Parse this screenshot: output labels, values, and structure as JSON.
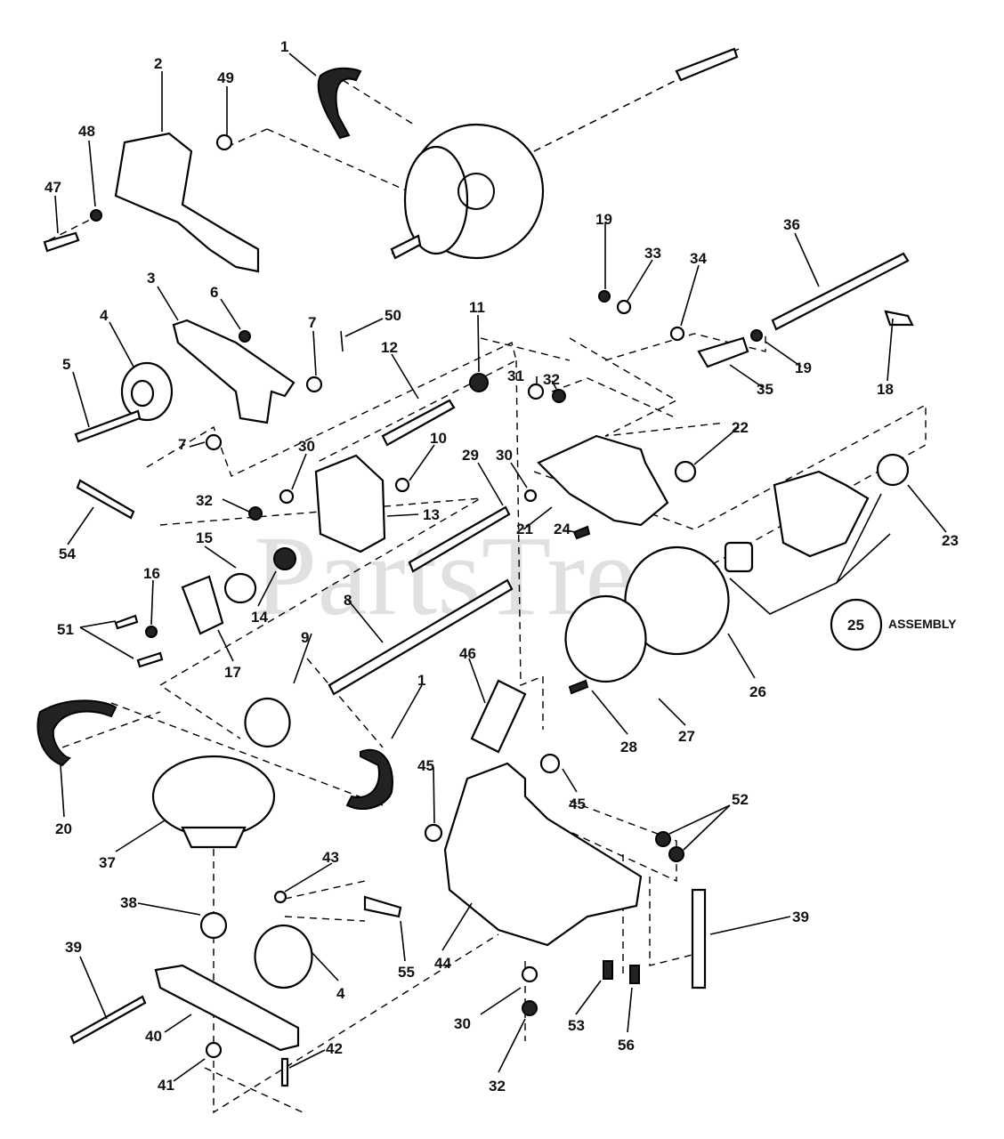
{
  "watermark": "PartsTree",
  "assembly_label": "ASSEMBLY",
  "callouts": [
    {
      "id": "c1a",
      "text": "1"
    },
    {
      "id": "c2",
      "text": "2"
    },
    {
      "id": "c49",
      "text": "49"
    },
    {
      "id": "c48",
      "text": "48"
    },
    {
      "id": "c47",
      "text": "47"
    },
    {
      "id": "c3",
      "text": "3"
    },
    {
      "id": "c6",
      "text": "6"
    },
    {
      "id": "c4a",
      "text": "4"
    },
    {
      "id": "c5",
      "text": "5"
    },
    {
      "id": "c7a",
      "text": "7"
    },
    {
      "id": "c50",
      "text": "50"
    },
    {
      "id": "c7b",
      "text": "7"
    },
    {
      "id": "c11",
      "text": "11"
    },
    {
      "id": "c12",
      "text": "12"
    },
    {
      "id": "c19a",
      "text": "19"
    },
    {
      "id": "c33",
      "text": "33"
    },
    {
      "id": "c34",
      "text": "34"
    },
    {
      "id": "c36",
      "text": "36"
    },
    {
      "id": "c19b",
      "text": "19"
    },
    {
      "id": "c35",
      "text": "35"
    },
    {
      "id": "c18",
      "text": "18"
    },
    {
      "id": "c31",
      "text": "31"
    },
    {
      "id": "c32a",
      "text": "32"
    },
    {
      "id": "c30a",
      "text": "30"
    },
    {
      "id": "c10",
      "text": "10"
    },
    {
      "id": "c29",
      "text": "29"
    },
    {
      "id": "c30b",
      "text": "30"
    },
    {
      "id": "c22",
      "text": "22"
    },
    {
      "id": "c32b",
      "text": "32"
    },
    {
      "id": "c13",
      "text": "13"
    },
    {
      "id": "c21",
      "text": "21"
    },
    {
      "id": "c24",
      "text": "24"
    },
    {
      "id": "c23",
      "text": "23"
    },
    {
      "id": "c54",
      "text": "54"
    },
    {
      "id": "c15",
      "text": "15"
    },
    {
      "id": "c16",
      "text": "16"
    },
    {
      "id": "c51",
      "text": "51"
    },
    {
      "id": "c14",
      "text": "14"
    },
    {
      "id": "c17",
      "text": "17"
    },
    {
      "id": "c8",
      "text": "8"
    },
    {
      "id": "c9",
      "text": "9"
    },
    {
      "id": "c46",
      "text": "46"
    },
    {
      "id": "c25",
      "text": "25"
    },
    {
      "id": "c26",
      "text": "26"
    },
    {
      "id": "c27",
      "text": "27"
    },
    {
      "id": "c28",
      "text": "28"
    },
    {
      "id": "c1b",
      "text": "1"
    },
    {
      "id": "c20",
      "text": "20"
    },
    {
      "id": "c45a",
      "text": "45"
    },
    {
      "id": "c45b",
      "text": "45"
    },
    {
      "id": "c37",
      "text": "37"
    },
    {
      "id": "c52",
      "text": "52"
    },
    {
      "id": "c43",
      "text": "43"
    },
    {
      "id": "c38",
      "text": "38"
    },
    {
      "id": "c39a",
      "text": "39"
    },
    {
      "id": "c55",
      "text": "55"
    },
    {
      "id": "c4b",
      "text": "4"
    },
    {
      "id": "c44",
      "text": "44"
    },
    {
      "id": "c39b",
      "text": "39"
    },
    {
      "id": "c40",
      "text": "40"
    },
    {
      "id": "c30c",
      "text": "30"
    },
    {
      "id": "c53",
      "text": "53"
    },
    {
      "id": "c56",
      "text": "56"
    },
    {
      "id": "c42",
      "text": "42"
    },
    {
      "id": "c41",
      "text": "41"
    },
    {
      "id": "c32c",
      "text": "32"
    }
  ]
}
